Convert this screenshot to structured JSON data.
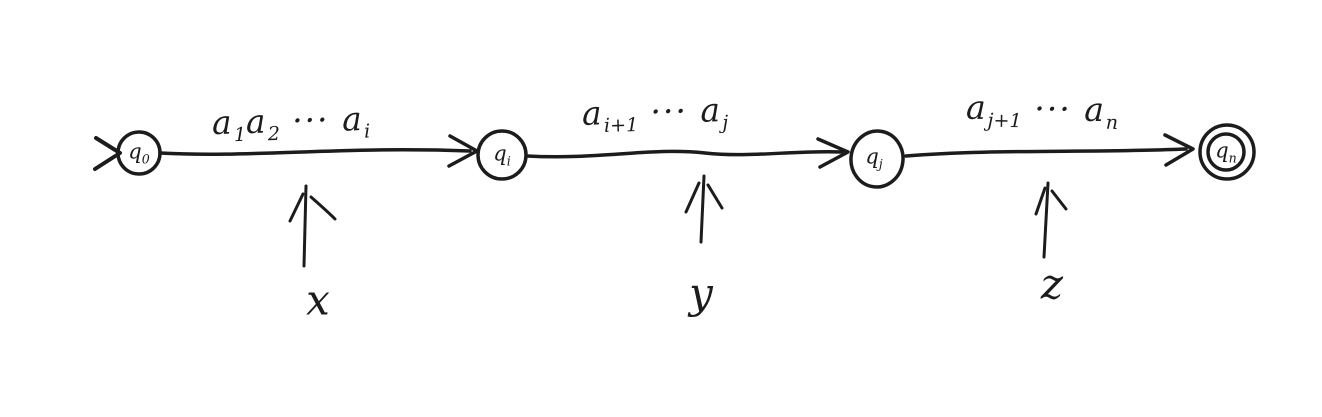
{
  "figure": {
    "kind": "handwritten-finite-automaton-run-decomposition",
    "background_color": "#ffffff",
    "ink_color": "#1c1c1c"
  },
  "states": [
    {
      "base": "q",
      "sub": "0",
      "style": "single-circle-with-start-marker"
    },
    {
      "base": "q",
      "sub": "i",
      "style": "single-circle"
    },
    {
      "base": "q",
      "sub": "j",
      "style": "single-circle"
    },
    {
      "base": "q",
      "sub": "n",
      "style": "double-circle-accepting"
    }
  ],
  "transitions": [
    {
      "from": "q0",
      "to": "qi",
      "label_parts": [
        {
          "t": "a",
          "s": "1"
        },
        {
          "t": "a",
          "s": "2"
        },
        {
          "t": " ··· "
        },
        {
          "t": "a",
          "s": "i"
        }
      ],
      "segment_label": "x"
    },
    {
      "from": "qi",
      "to": "qj",
      "label_parts": [
        {
          "t": "a",
          "s": "i+1"
        },
        {
          "t": " ··· "
        },
        {
          "t": "a",
          "s": "j"
        }
      ],
      "segment_label": "y"
    },
    {
      "from": "qj",
      "to": "qn",
      "label_parts": [
        {
          "t": "a",
          "s": "j+1"
        },
        {
          "t": " ··· "
        },
        {
          "t": "a",
          "s": "n"
        }
      ],
      "segment_label": "z"
    }
  ]
}
